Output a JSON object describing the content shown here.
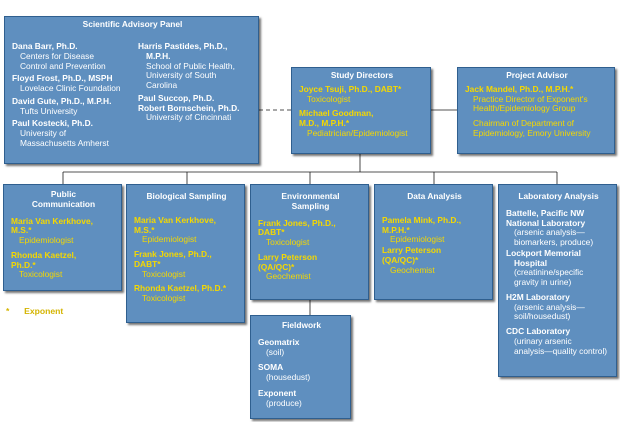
{
  "advisory_panel": {
    "title": "Scientific Advisory Panel",
    "left": [
      {
        "name": "Dana Barr, Ph.D.",
        "lines": [
          "Centers for Disease",
          "Control and Prevention"
        ]
      },
      {
        "name": "Floyd Frost, Ph.D., MSPH",
        "lines": [
          "Lovelace Clinic Foundation"
        ]
      },
      {
        "name": "David Gute, Ph.D., M.P.H.",
        "lines": [
          "Tufts University"
        ]
      },
      {
        "name": "Paul Kostecki, Ph.D.",
        "lines": [
          "University of",
          "Massachusetts Amherst"
        ]
      }
    ],
    "right": [
      {
        "name": "Harris Pastides, Ph.D.,",
        "name2": "M.P.H.",
        "lines": [
          "School of Public Health,",
          "University of South",
          "Carolina"
        ]
      },
      {
        "name": "Paul Succop, Ph.D.",
        "lines": []
      },
      {
        "name": "Robert Bornschein, Ph.D.",
        "lines": [
          "University of Cincinnati"
        ]
      }
    ]
  },
  "study_directors": {
    "title": "Study Directors",
    "people": [
      {
        "name": "Joyce Tsuji, Ph.D., DABT*",
        "lines": [
          "Toxicologist"
        ]
      },
      {
        "name": "Michael Goodman,",
        "name2": "M.D., M.P.H.*",
        "lines": [
          "Pediatrician/Epidemiologist"
        ]
      }
    ]
  },
  "project_advisor": {
    "title": "Project Advisor",
    "name": "Jack Mandel, Ph.D., M.P.H.*",
    "lines": [
      "Practice Director of Exponent's",
      "Health/Epidemiology Group"
    ],
    "lines2": [
      "Chairman of Department of",
      "Epidemiology, Emory University"
    ]
  },
  "public_communication": {
    "title": [
      "Public",
      "Communication"
    ],
    "people": [
      {
        "name": "Maria Van Kerkhove,",
        "name2": "M.S.*",
        "role": "Epidemiologist"
      },
      {
        "name": "Rhonda Kaetzel,",
        "name2": "Ph.D.*",
        "role": "Toxicologist"
      }
    ]
  },
  "biological_sampling": {
    "title": [
      "Biological Sampling"
    ],
    "people": [
      {
        "name": "Maria Van Kerkhove,",
        "name2": "M.S.*",
        "role": "Epidemiologist"
      },
      {
        "name": "Frank Jones, Ph.D.,",
        "name2": "DABT*",
        "role": "Toxicologist"
      },
      {
        "name": "Rhonda Kaetzel, Ph.D.*",
        "role": "Toxicologist"
      }
    ]
  },
  "environmental_sampling": {
    "title": [
      "Environmental",
      "Sampling"
    ],
    "people": [
      {
        "name": "Frank Jones, Ph.D.,",
        "name2": "DABT*",
        "role": "Toxicologist"
      },
      {
        "name": "Larry Peterson",
        "name2": "(QA/QC)*",
        "role": "Geochemist"
      }
    ]
  },
  "data_analysis": {
    "title": [
      "Data Analysis"
    ],
    "people": [
      {
        "name": "Pamela Mink, Ph.D.,",
        "name2": "M.P.H.*",
        "role": "Epidemiologist"
      },
      {
        "name": "Larry Peterson",
        "name2": "(QA/QC)*",
        "role": "Geochemist"
      }
    ]
  },
  "laboratory_analysis": {
    "title": [
      "Laboratory Analysis"
    ],
    "labs": [
      {
        "name": "Battelle, Pacific NW",
        "name2": "National Laboratory",
        "lines": [
          "(arsenic analysis—",
          "biomarkers, produce)"
        ]
      },
      {
        "name": "Lockport Memorial",
        "name2": "Hospital",
        "lines": [
          "(creatinine/specific",
          "gravity in urine)"
        ]
      },
      {
        "name": "H2M Laboratory",
        "lines": [
          "(arsenic analysis—",
          "soil/housedust)"
        ]
      },
      {
        "name": "CDC Laboratory",
        "lines": [
          "(urinary arsenic",
          "analysis—quality control)"
        ]
      }
    ]
  },
  "fieldwork": {
    "title": "Fieldwork",
    "items": [
      {
        "name": "Geomatrix",
        "line": "(soil)"
      },
      {
        "name": "SOMA",
        "line": "(housedust)"
      },
      {
        "name": "Exponent",
        "line": "(produce)"
      }
    ]
  },
  "legend": {
    "symbol": "*",
    "label": "Exponent"
  },
  "colors": {
    "box_fill": "#5f8fbf",
    "box_border": "#2f5f8f",
    "highlight_text": "#f5d800",
    "normal_text": "#ffffff",
    "legend_text": "#d4b400",
    "connector": "#1a1a1a"
  }
}
